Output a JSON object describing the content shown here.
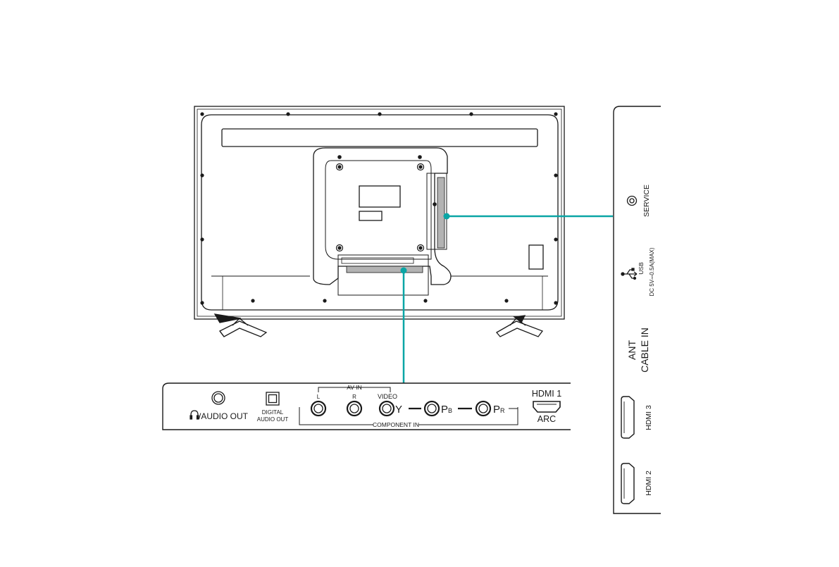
{
  "bottom_panel": {
    "audio_out": "/AUDIO OUT",
    "digital_audio_out_line1": "DIGITAL",
    "digital_audio_out_line2": "AUDIO OUT",
    "av_in": "AV IN",
    "av_l": "L",
    "av_r": "R",
    "av_video": "VIDEO",
    "comp_y": "Y",
    "comp_pb": "P",
    "comp_pb_sub": "B",
    "comp_pr": "P",
    "comp_pr_sub": "R",
    "component_in": "COMPONENT IN",
    "hdmi1": "HDMI 1",
    "arc": "ARC"
  },
  "side_panel": {
    "service": "SERVICE",
    "usb": "USB",
    "usb_rating": "DC 5V⎓0.5A(MAX)",
    "ant": "ANT",
    "cable_in": "CABLE IN",
    "hdmi3": "HDMI 3",
    "hdmi2": "HDMI 2"
  },
  "colors": {
    "callout": "#0aa5a5",
    "line": "#1a1a1a",
    "port_fill": "#b3b3b3"
  },
  "icons": [
    "headphone-icon",
    "usb-icon",
    "hdmi-port-icon",
    "optical-port-icon",
    "rca-jack-icon"
  ]
}
